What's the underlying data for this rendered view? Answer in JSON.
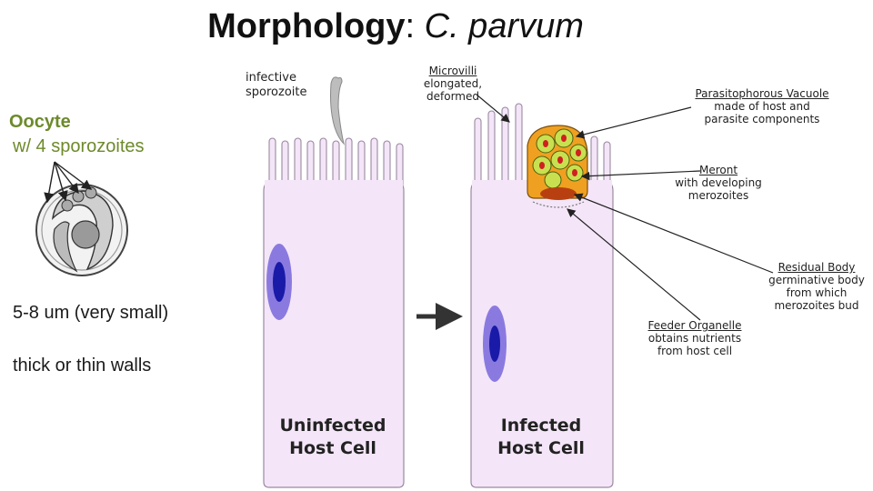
{
  "title": {
    "bold": "Morphology",
    "colon": ": ",
    "italic": "C. parvum"
  },
  "labels": {
    "infective": [
      "infective",
      "sporozoite"
    ],
    "microvilli": [
      "Microvilli",
      "elongated,",
      "deformed"
    ],
    "oocyte": "Oocyte",
    "oocyte_sub": "w/ 4 sporozoites",
    "size": "5-8 um (very small)",
    "walls": "thick or thin walls",
    "uninfected": [
      "Uninfected",
      "Host Cell"
    ],
    "infected": [
      "Infected",
      "Host Cell"
    ],
    "vacuole": [
      "Parasitophorous Vacuole",
      "made of host and",
      "parasite components"
    ],
    "meront": [
      "Meront",
      "with developing",
      "merozoites"
    ],
    "residual": [
      "Residual Body",
      "germinative body",
      "from which",
      "merozoites bud"
    ],
    "feeder": [
      "Feeder Organelle",
      "obtains nutrients",
      "from host cell"
    ]
  },
  "colors": {
    "cell": "#f4e6f8",
    "nucleus": "#1a1aa8",
    "nucleus_halo": "#8a7ae0",
    "vacuole": "#f0a020",
    "meront": "#c8e050",
    "accent_green": "#6d8a2c"
  }
}
